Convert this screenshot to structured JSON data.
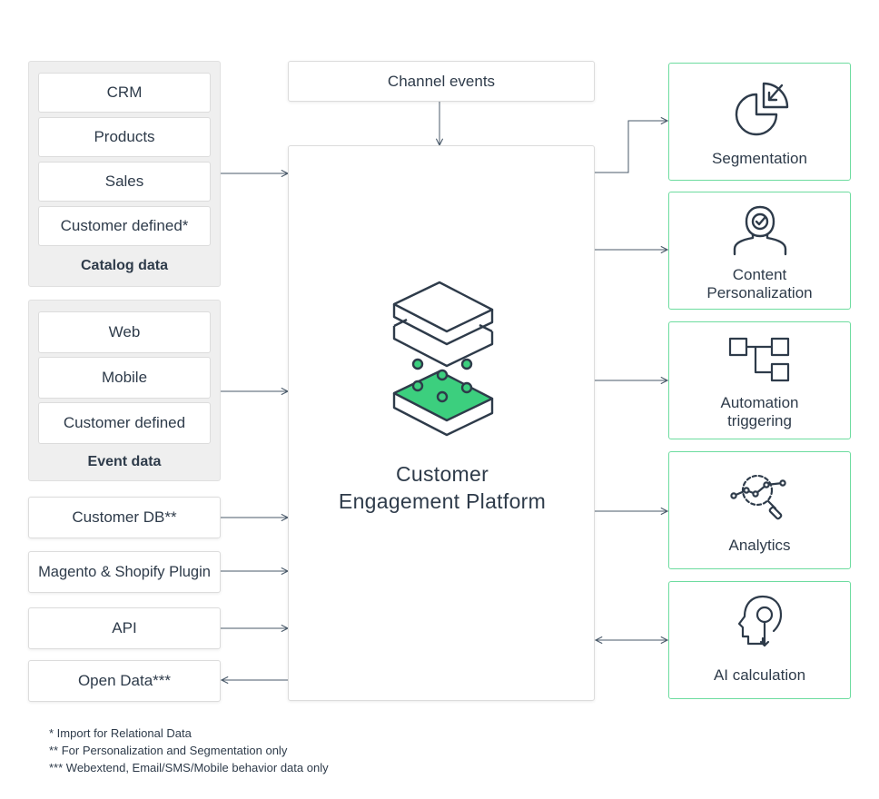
{
  "catalog": {
    "items": [
      "CRM",
      "Products",
      "Sales",
      "Customer defined*"
    ],
    "title": "Catalog data"
  },
  "event": {
    "items": [
      "Web",
      "Mobile",
      "Customer defined"
    ],
    "title": "Event data"
  },
  "sources": {
    "customer_db": "Customer DB**",
    "plugin": "Magento & Shopify Plugin",
    "api": "API",
    "open_data": "Open Data***"
  },
  "channel_events": "Channel events",
  "platform": {
    "line1": "Customer",
    "line2": "Engagement Platform"
  },
  "outputs": {
    "segmentation": {
      "line1": "Segmentation",
      "icon": "segmentation-pie-icon"
    },
    "personalization": {
      "line1": "Content",
      "line2": "Personalization",
      "icon": "person-check-icon"
    },
    "automation": {
      "line1": "Automation",
      "line2": "triggering",
      "icon": "flowchart-icon"
    },
    "analytics": {
      "line1": "Analytics",
      "icon": "analytics-magnifier-icon"
    },
    "ai": {
      "line1": "AI calculation",
      "icon": "ai-head-icon"
    }
  },
  "notes": [
    "* Import for Relational Data",
    "** For Personalization and Segmentation only",
    "*** Webextend, Email/SMS/Mobile behavior data only"
  ],
  "colors": {
    "accent_green": "#3ccf7e",
    "border_green": "#6ddc9f",
    "text_dark": "#2e3b4a",
    "line": "#4a5a6a"
  }
}
